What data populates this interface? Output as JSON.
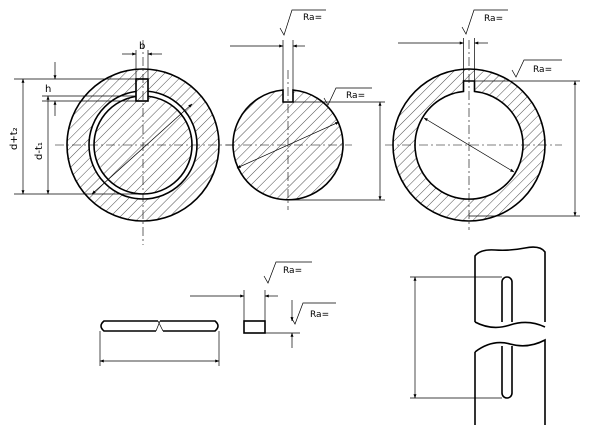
{
  "labels": {
    "b": "b",
    "h": "h",
    "d_plus_t2": "d+t₂",
    "d_minus_t1": "d-t₁"
  },
  "roughness": {
    "symbol_text": "Ra="
  }
}
